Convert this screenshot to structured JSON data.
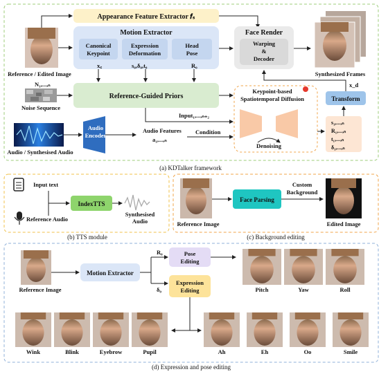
{
  "panel_a": {
    "appearance_extractor": "Appearance Feature Extractor 𝒇ₛ",
    "motion_extractor": "Motion Extractor",
    "canonical_keypoint": [
      "Canonical",
      "Keypoint"
    ],
    "expression_deformation": [
      "Expression",
      "Deformation"
    ],
    "head_pose": [
      "Head",
      "Pose"
    ],
    "ref_image_label": "Reference / Edited Image",
    "xc": "x꜀",
    "s0d0t0": "s₀,δ₀,t₀",
    "r0": "R₀",
    "n_seq": "N₁,...,ₙ",
    "noise_label": "Noise Sequence",
    "priors": "Reference-Guided Priors",
    "face_render": "Face Render",
    "warping": [
      "Warping",
      "&",
      "Decoder"
    ],
    "synth_frames": "Synthesized Frames",
    "diffusion": [
      "Keypoint-based",
      "Spatiotemporal Diffusion"
    ],
    "input_label": "Input₁,...,ₙ₊₂",
    "denoising": "Denoising",
    "audio_label": "Audio / Synthesised Audio",
    "audio_encoder": [
      "Audio",
      "Encoder"
    ],
    "audio_features": [
      "Audio Features",
      "a₁,...,ₙ"
    ],
    "condition": "Condition",
    "transform": "Transform",
    "xd": "x_d",
    "params": [
      "s₁,...,ₙ",
      "R₁,...,ₙ",
      "t₁,...,ₙ",
      "δ₁,...,ₙ"
    ],
    "caption": "(a) KDTalker framework"
  },
  "panel_b": {
    "input_text": "Input text",
    "reference_audio": "Reference Audio",
    "indextts": "IndexTTS",
    "synth_audio": [
      "Synthesised",
      "Audio"
    ],
    "caption": "(b) TTS module"
  },
  "panel_c": {
    "reference_image": "Reference Image",
    "face_parsing": "Face Parsing",
    "custom_bg": [
      "Custom",
      "Background"
    ],
    "edited_image": "Edited Image",
    "caption": "(c) Background editing"
  },
  "panel_d": {
    "reference_image": "Reference Image",
    "motion_extractor": "Motion Extractor",
    "r0": "R₀",
    "d0": "δ₀",
    "pose_editing": [
      "Pose",
      "Editing"
    ],
    "expression_editing": [
      "Expression",
      "Editing"
    ],
    "pose_labels": [
      "Pitch",
      "Yaw",
      "Roll"
    ],
    "expr_labels": [
      "Wink",
      "Blink",
      "Eyebrow",
      "Pupil",
      "Ah",
      "Eh",
      "Oo",
      "Smile"
    ],
    "caption": "(d) Expression and pose editing"
  },
  "colors": {
    "yellow": "#fdf1c9",
    "blue_light": "#dbe6f7",
    "blue_mid": "#c4d6ef",
    "green": "#d9ecd0",
    "grey": "#d9d9d9",
    "orange": "#f9c9a7",
    "teal": "#1fc6c1",
    "green_box": "#8ed46c",
    "purple": "#e4dcf5",
    "encoder": "#2f6dbf",
    "transform": "#9ec4ea",
    "dash_green": "#9ccc7a",
    "dash_orange": "#f0a44a",
    "dash_blue": "#8fb0d8"
  }
}
